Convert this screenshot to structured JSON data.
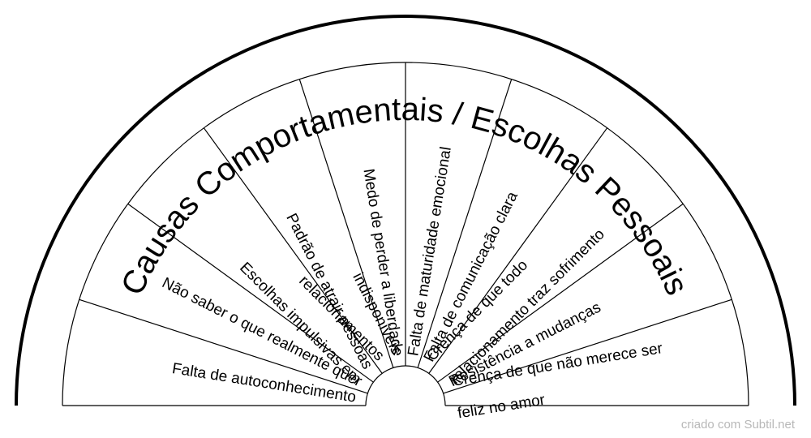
{
  "title": "Causas Comportamentais / Escolhas Pessoais",
  "segments": [
    {
      "lines": [
        "Falta de autoconhecimento"
      ]
    },
    {
      "lines": [
        "Não saber o que realmente quer"
      ]
    },
    {
      "lines": [
        "Escolhas impulsivas em",
        "relacionamentos"
      ]
    },
    {
      "lines": [
        "Padrão de atrair pessoas",
        "indisponíveis"
      ]
    },
    {
      "lines": [
        "Medo de perder a liberdade"
      ]
    },
    {
      "lines": [
        "Falta de maturidade emocional"
      ]
    },
    {
      "lines": [
        "Falta de comunicação clara"
      ]
    },
    {
      "lines": [
        "Crença de que todo",
        "relacionamento traz sofrimento"
      ]
    },
    {
      "lines": [
        "Resistência a mudanças"
      ]
    },
    {
      "lines": [
        "Crença de que não merece ser",
        "feliz no amor"
      ]
    }
  ],
  "credit": "criado com Subtil.net"
}
